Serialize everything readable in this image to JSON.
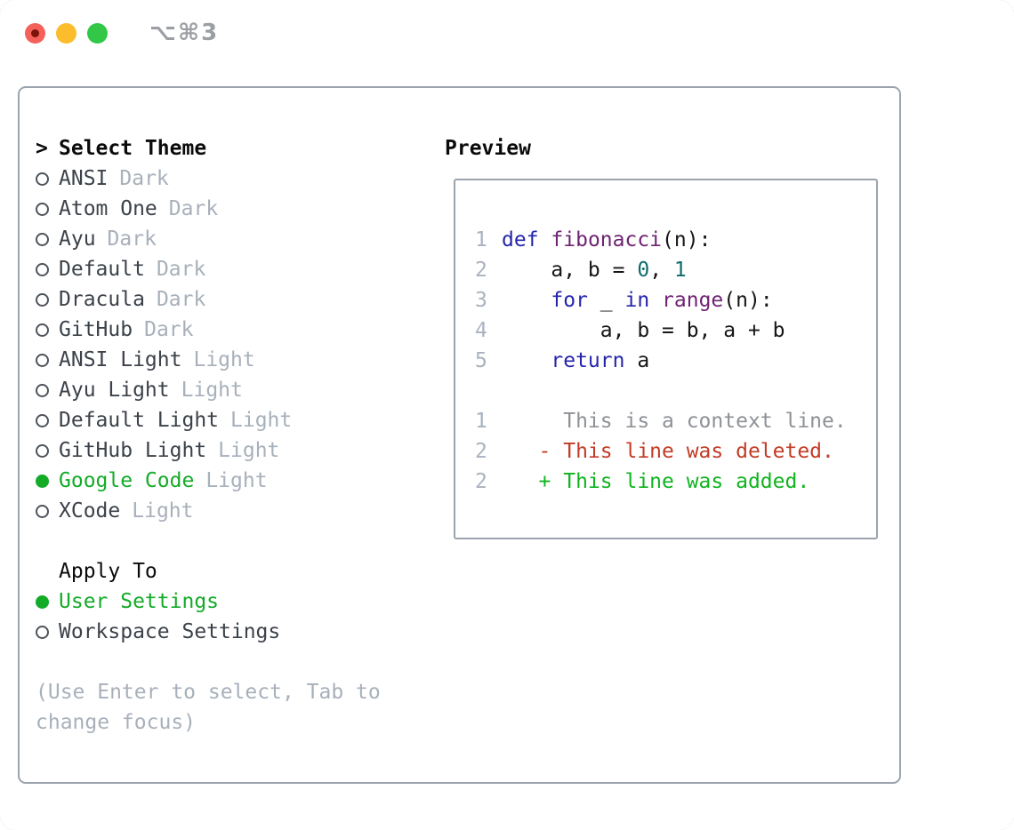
{
  "window": {
    "title": "⌥⌘3"
  },
  "colors": {
    "accent_green": "#14ab28",
    "panel_border": "#9ba3ad",
    "item_text": "#3c424a",
    "muted": "#a8b0bb",
    "keyword": "#2525ad",
    "function": "#6e2472",
    "literal": "#0e6b6b",
    "code_plain": "#161616",
    "line_number": "#a9b2bf",
    "diff_context": "#8e9196",
    "diff_deleted": "#c23b25",
    "diff_added": "#10b41f",
    "traffic_red": "#f4605a",
    "traffic_yellow": "#fbbd2c",
    "traffic_green": "#33c748",
    "title_gray": "#9b9ea3"
  },
  "theme_list": {
    "cursor": ">",
    "title": "Select Theme",
    "items": [
      {
        "name": "ANSI",
        "tag": "Dark",
        "selected": false
      },
      {
        "name": "Atom One",
        "tag": "Dark",
        "selected": false
      },
      {
        "name": "Ayu",
        "tag": "Dark",
        "selected": false
      },
      {
        "name": "Default",
        "tag": "Dark",
        "selected": false
      },
      {
        "name": "Dracula",
        "tag": "Dark",
        "selected": false
      },
      {
        "name": "GitHub",
        "tag": "Dark",
        "selected": false
      },
      {
        "name": "ANSI Light",
        "tag": "Light",
        "selected": false
      },
      {
        "name": "Ayu Light",
        "tag": "Light",
        "selected": false
      },
      {
        "name": "Default Light",
        "tag": "Light",
        "selected": false
      },
      {
        "name": "GitHub Light",
        "tag": "Light",
        "selected": false
      },
      {
        "name": "Google Code",
        "tag": "Light",
        "selected": true
      },
      {
        "name": "XCode",
        "tag": "Light",
        "selected": false
      }
    ]
  },
  "apply_to": {
    "title": "Apply To",
    "options": [
      {
        "name": "User Settings",
        "selected": true
      },
      {
        "name": "Workspace Settings",
        "selected": false
      }
    ]
  },
  "hint": "(Use Enter to select, Tab to change focus)",
  "preview": {
    "title": "Preview",
    "code_lines": [
      {
        "num": "1",
        "kind": "code",
        "tokens": [
          {
            "t": "def",
            "c": "kw"
          },
          {
            "t": " ",
            "c": "pl"
          },
          {
            "t": "fibonacci",
            "c": "fn"
          },
          {
            "t": "(n):",
            "c": "pl"
          }
        ]
      },
      {
        "num": "2",
        "kind": "code",
        "tokens": [
          {
            "t": "    a, b = ",
            "c": "pl"
          },
          {
            "t": "0",
            "c": "lit"
          },
          {
            "t": ", ",
            "c": "pl"
          },
          {
            "t": "1",
            "c": "lit"
          }
        ]
      },
      {
        "num": "3",
        "kind": "code",
        "tokens": [
          {
            "t": "    ",
            "c": "pl"
          },
          {
            "t": "for",
            "c": "kw"
          },
          {
            "t": " _ ",
            "c": "pl"
          },
          {
            "t": "in",
            "c": "kw"
          },
          {
            "t": " ",
            "c": "pl"
          },
          {
            "t": "range",
            "c": "fn"
          },
          {
            "t": "(n):",
            "c": "pl"
          }
        ]
      },
      {
        "num": "4",
        "kind": "code",
        "tokens": [
          {
            "t": "        a, b = b, a + b",
            "c": "pl"
          }
        ]
      },
      {
        "num": "5",
        "kind": "code",
        "tokens": [
          {
            "t": "    ",
            "c": "pl"
          },
          {
            "t": "return",
            "c": "kw"
          },
          {
            "t": " a",
            "c": "pl"
          }
        ]
      },
      {
        "num": "",
        "kind": "blank",
        "tokens": []
      },
      {
        "num": "1",
        "kind": "diff-context",
        "tokens": [
          {
            "t": "     This is a context line.",
            "c": "ctx"
          }
        ]
      },
      {
        "num": "2",
        "kind": "diff-deleted",
        "tokens": [
          {
            "t": "   - This line was deleted.",
            "c": "del"
          }
        ]
      },
      {
        "num": "2",
        "kind": "diff-added",
        "tokens": [
          {
            "t": "   + This line was added.",
            "c": "add"
          }
        ]
      }
    ]
  }
}
